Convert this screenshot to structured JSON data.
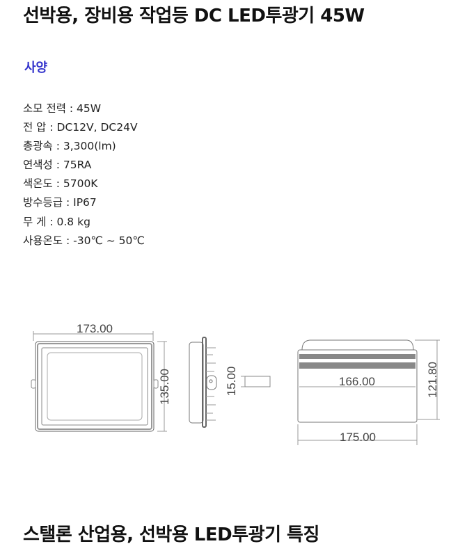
{
  "header": {
    "title": "선박용, 장비용 작업등 DC LED투광기 45W"
  },
  "spec_section": {
    "heading": "사양",
    "items": [
      "소모 전력 :  45W",
      "전 압 :  DC12V,  DC24V",
      "총광속 : 3,300(lm)",
      "연색성 : 75RA",
      "색온도 : 5700K",
      "방수등급 : IP67",
      "무 게 : 0.8 kg",
      "사용온도 : -30℃ ~ 50℃"
    ],
    "color": "#3333cc"
  },
  "drawing": {
    "front_width": "173.00",
    "front_height": "135.00",
    "side_bracket": "15.00",
    "top_inner_width": "166.00",
    "top_outer_width": "175.00",
    "top_height": "121.80"
  },
  "features": {
    "title": "스탤론 산업용, 선박용 LED투광기 특징"
  }
}
